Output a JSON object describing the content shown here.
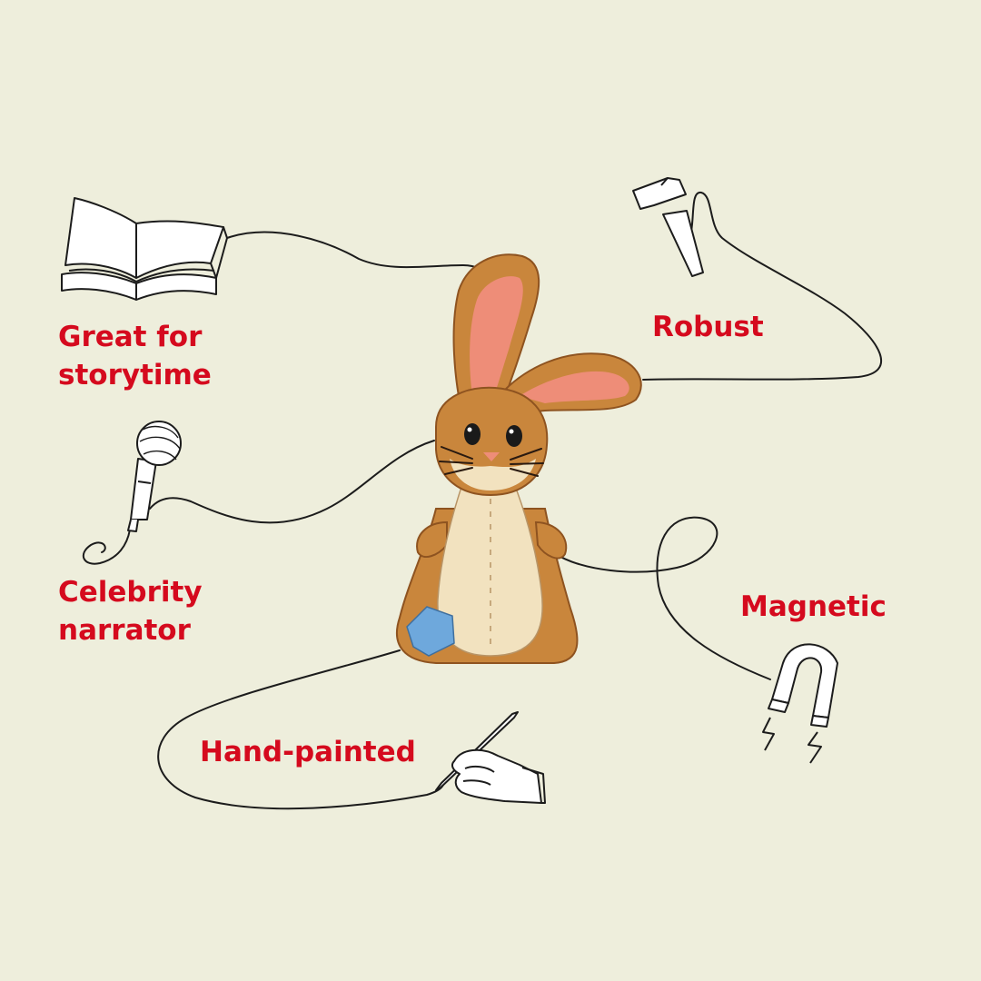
{
  "colors": {
    "background": "#eeeedc",
    "label": "#d50a1e",
    "line": "#1c1c1c",
    "fur": "#c9863c",
    "fur_dark": "#8e5320",
    "belly": "#f2e2bf",
    "ear_inner": "#ee8d78",
    "patch": "#6ea8dc"
  },
  "features": [
    {
      "id": "storytime",
      "lines": [
        "Great for",
        "storytime"
      ],
      "icon": "open-book-icon"
    },
    {
      "id": "robust",
      "lines": [
        "Robust"
      ],
      "icon": "hammer-icon"
    },
    {
      "id": "celebrity",
      "lines": [
        "Celebrity",
        "narrator"
      ],
      "icon": "microphone-icon"
    },
    {
      "id": "magnetic",
      "lines": [
        "Magnetic"
      ],
      "icon": "magnet-icon"
    },
    {
      "id": "handpainted",
      "lines": [
        "Hand-painted"
      ],
      "icon": "hand-with-brush-icon"
    }
  ],
  "product": {
    "figure": "rabbit-figurine"
  }
}
